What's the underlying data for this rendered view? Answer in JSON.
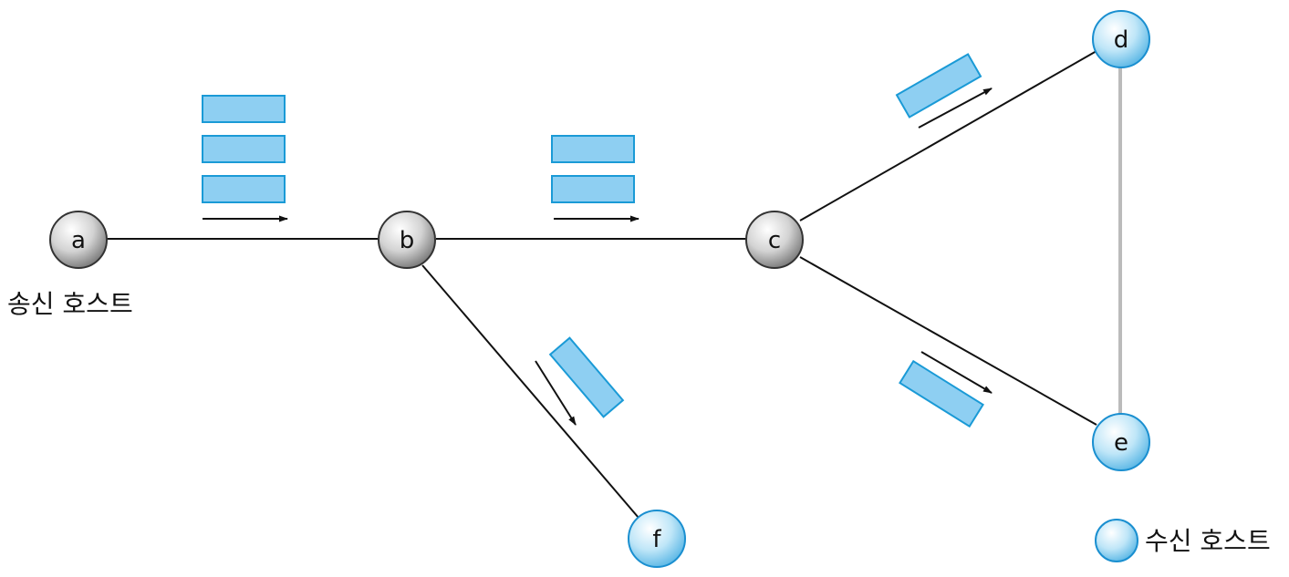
{
  "nodes": {
    "a": {
      "label": "a",
      "kind": "sender"
    },
    "b": {
      "label": "b",
      "kind": "router"
    },
    "c": {
      "label": "c",
      "kind": "router"
    },
    "d": {
      "label": "d",
      "kind": "receiver"
    },
    "e": {
      "label": "e",
      "kind": "receiver"
    },
    "f": {
      "label": "f",
      "kind": "receiver"
    }
  },
  "sender_label": "송신 호스트",
  "legend": {
    "receiver_label": "수신 호스트"
  },
  "links": [
    {
      "from": "a",
      "to": "b",
      "packets": 3
    },
    {
      "from": "b",
      "to": "c",
      "packets": 2
    },
    {
      "from": "b",
      "to": "f",
      "packets": 1
    },
    {
      "from": "c",
      "to": "d",
      "packets": 1
    },
    {
      "from": "c",
      "to": "e",
      "packets": 1
    },
    {
      "from": "d",
      "to": "e",
      "packets": 0
    }
  ],
  "colors": {
    "packet_fill": "#8ecff2",
    "packet_stroke": "#1a9ad6",
    "router_fill": "#cfcfcf",
    "receiver_fill": "#b9e3f7",
    "link": "#111111",
    "link_secondary": "#bbbbbb"
  }
}
